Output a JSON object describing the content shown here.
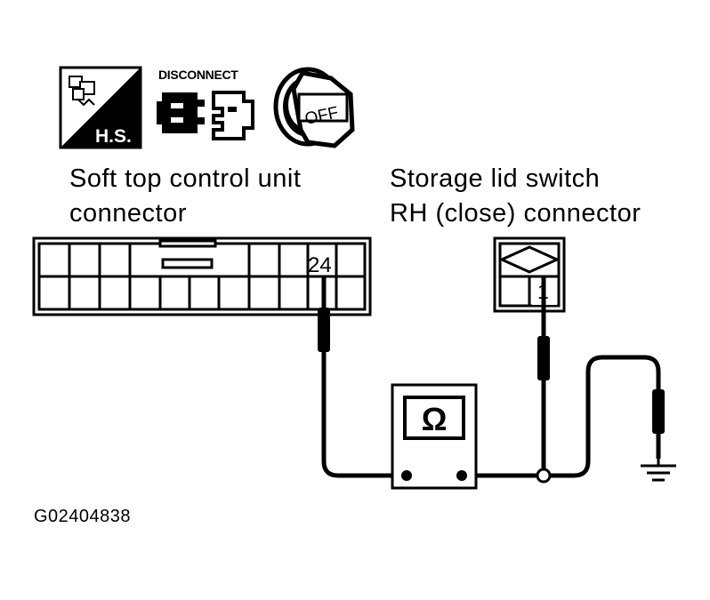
{
  "icons": {
    "hs_label": "H.S.",
    "disconnect_label": "DISCONNECT",
    "ignition_label": "OFF"
  },
  "connectors": {
    "control_unit_line1": "Soft top control unit",
    "control_unit_line2": "connector",
    "control_unit_terminal": "24",
    "switch_line1": "Storage lid switch",
    "switch_line2": "RH (close) connector",
    "switch_terminal": "1"
  },
  "meter": {
    "symbol": "Ω"
  },
  "figure_code": "G02404838"
}
